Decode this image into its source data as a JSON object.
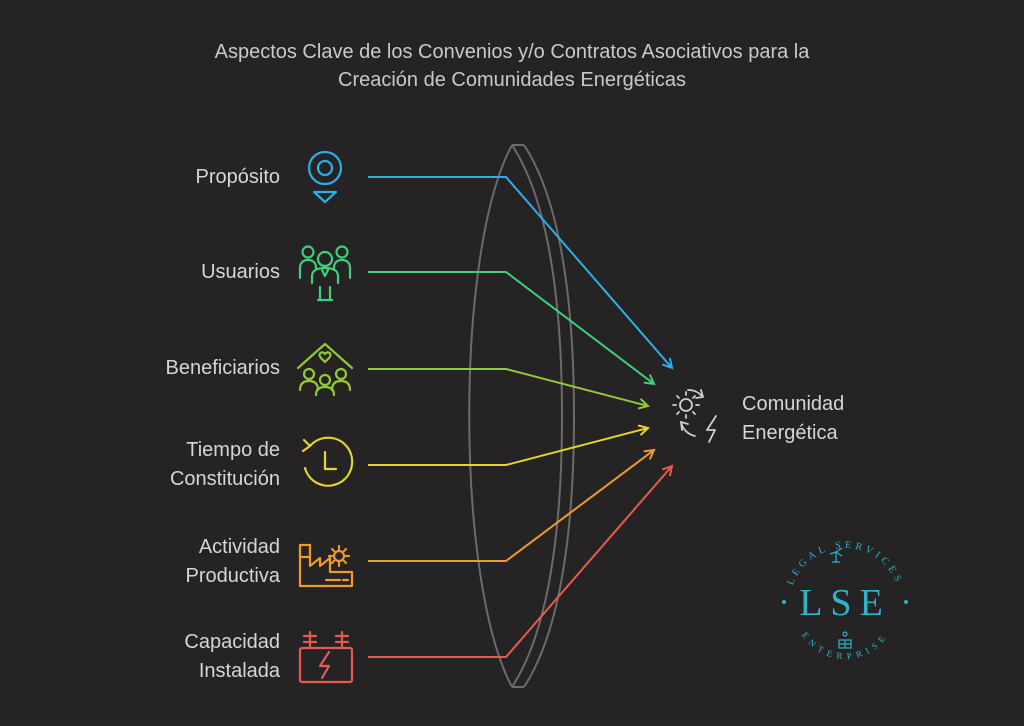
{
  "title": {
    "line1": "Aspectos Clave de los Convenios y/o Contratos Asociativos para la",
    "line2": "Creación de Comunidades Energéticas"
  },
  "items": [
    {
      "label_lines": [
        "Propósito"
      ],
      "color": "#2eaee8",
      "icon": "location-pin-icon"
    },
    {
      "label_lines": [
        "Usuarios"
      ],
      "color": "#3ecf7a",
      "icon": "users-group-icon"
    },
    {
      "label_lines": [
        "Beneficiarios"
      ],
      "color": "#93c83a",
      "icon": "home-family-icon"
    },
    {
      "label_lines": [
        "Tiempo de",
        "Constitución"
      ],
      "color": "#e5d52d",
      "icon": "clock-icon"
    },
    {
      "label_lines": [
        "Actividad",
        "Productiva"
      ],
      "color": "#ee9b2c",
      "icon": "factory-icon"
    },
    {
      "label_lines": [
        "Capacidad",
        "Instalada"
      ],
      "color": "#e65a55",
      "icon": "power-station-icon"
    }
  ],
  "target": {
    "label_lines": [
      "Comunidad",
      "Energética"
    ],
    "icon": "renewable-energy-icon"
  },
  "logo": {
    "initials": "LSE",
    "top_arc": "LEGAL SERVICES",
    "bottom_arc": "ENTERPRISE",
    "color": "#2fb3c9"
  }
}
